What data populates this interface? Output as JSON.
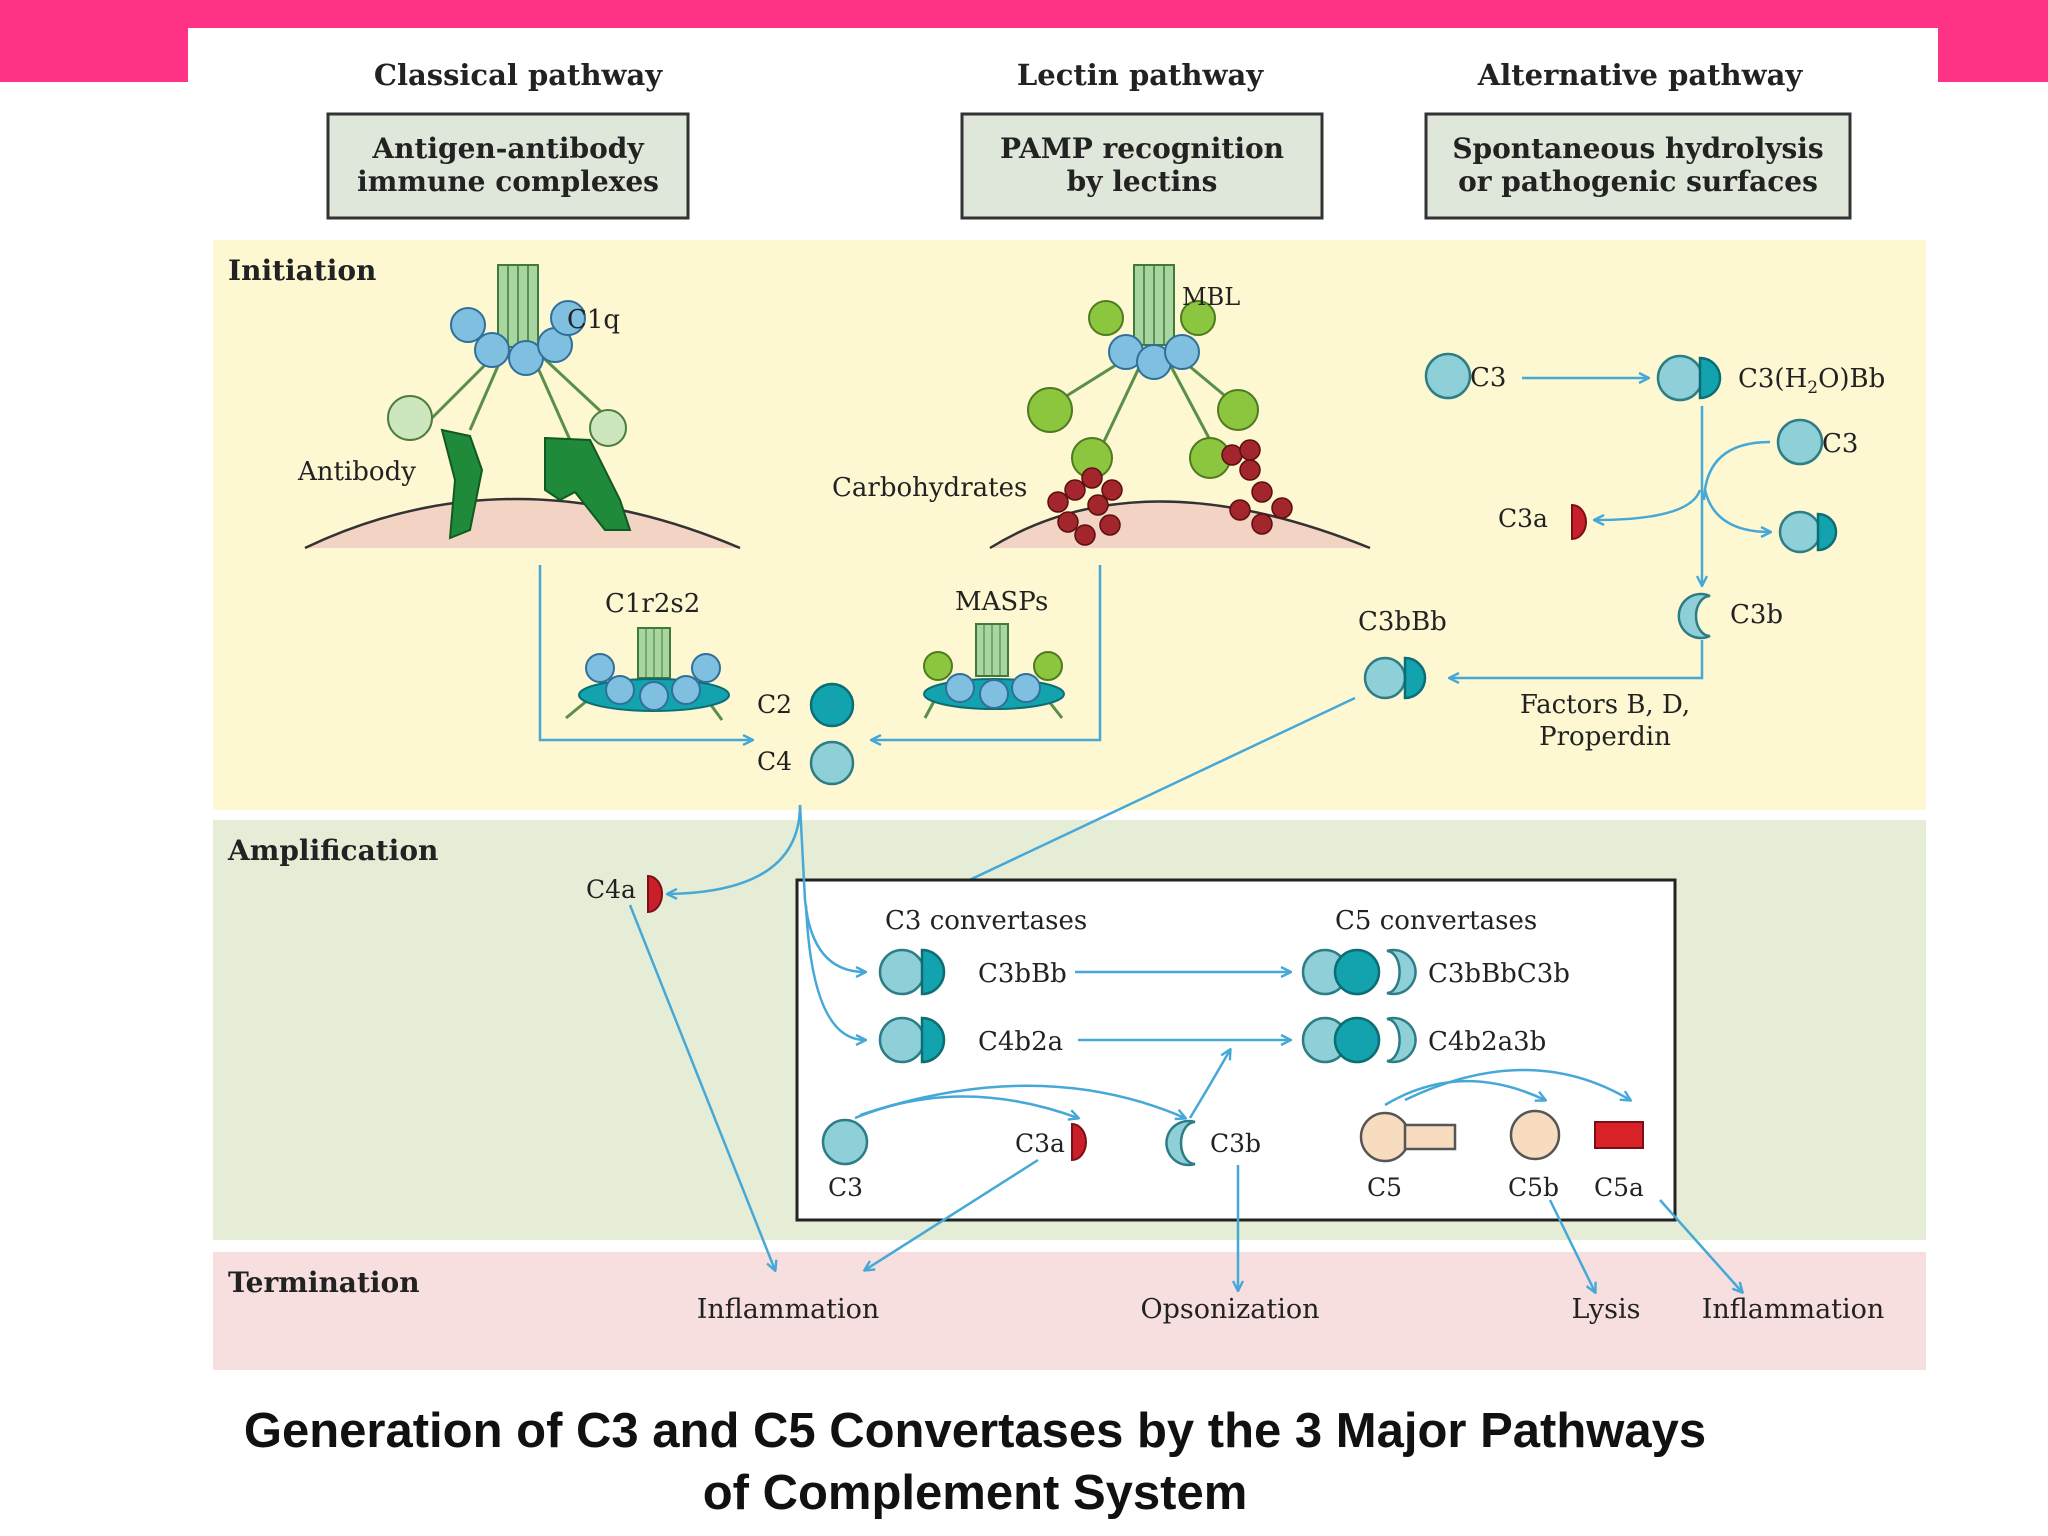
{
  "colors": {
    "banner": "#ff3385",
    "initiation_bg": "#fdf7d2",
    "amplification_bg": "#e6edd7",
    "termination_bg": "#f7dfe0",
    "header_box": "#dfe7db",
    "arrow": "#46a8d6",
    "c3_fill": "#8fd0d8",
    "c2_fill": "#13a3ae",
    "c3a_red": "#c81f2b",
    "c5_fill": "#f7dcc0",
    "c5a_red": "#d92228",
    "antibody_green": "#1f8a3a",
    "lectin_green": "#8cc63f",
    "carbohydrate_red": "#a3262c"
  },
  "pathways": {
    "classical": {
      "title": "Classical pathway",
      "box_line1": "Antigen-antibody",
      "box_line2": "immune complexes"
    },
    "lectin": {
      "title": "Lectin pathway",
      "box_line1": "PAMP recognition",
      "box_line2": "by lectins"
    },
    "alternative": {
      "title": "Alternative pathway",
      "box_line1": "Spontaneous hydrolysis",
      "box_line2": "or pathogenic surfaces"
    }
  },
  "stages": {
    "initiation": "Initiation",
    "amplification": "Amplification",
    "termination": "Termination"
  },
  "labels": {
    "c1q": "C1q",
    "antibody": "Antibody",
    "mbl": "MBL",
    "carbohydrates": "Carbohydrates",
    "c1r2s2": "C1r2s2",
    "masps": "MASPs",
    "c2": "C2",
    "c4": "C4",
    "c4a": "C4a",
    "alt_c3_top": "C3",
    "c3h2obb_prefix": "C3(H",
    "c3h2obb_sub": "2",
    "c3h2obb_suffix": "O)Bb",
    "alt_c3_second": "C3",
    "alt_c3a": "C3a",
    "alt_c3b": "C3b",
    "c3bbb_top": "C3bBb",
    "factors_line1": "Factors B, D,",
    "factors_line2": "Properdin",
    "c3_convertases": "C3 convertases",
    "c5_convertases": "C5 convertases",
    "c3bbb": "C3bBb",
    "c4b2a": "C4b2a",
    "c3bbbc3b": "C3bBbC3b",
    "c4b2a3b": "C4b2a3b",
    "box_c3": "C3",
    "box_c3a": "C3a",
    "box_c3b": "C3b",
    "box_c5": "C5",
    "box_c5b": "C5b",
    "box_c5a": "C5a",
    "inflammation_left": "Inflammation",
    "opsonization": "Opsonization",
    "lysis": "Lysis",
    "inflammation_right": "Inflammation"
  },
  "caption": {
    "line1": "Generation of C3 and C5 Convertases by the 3 Major Pathways",
    "line2": "of Complement System"
  }
}
